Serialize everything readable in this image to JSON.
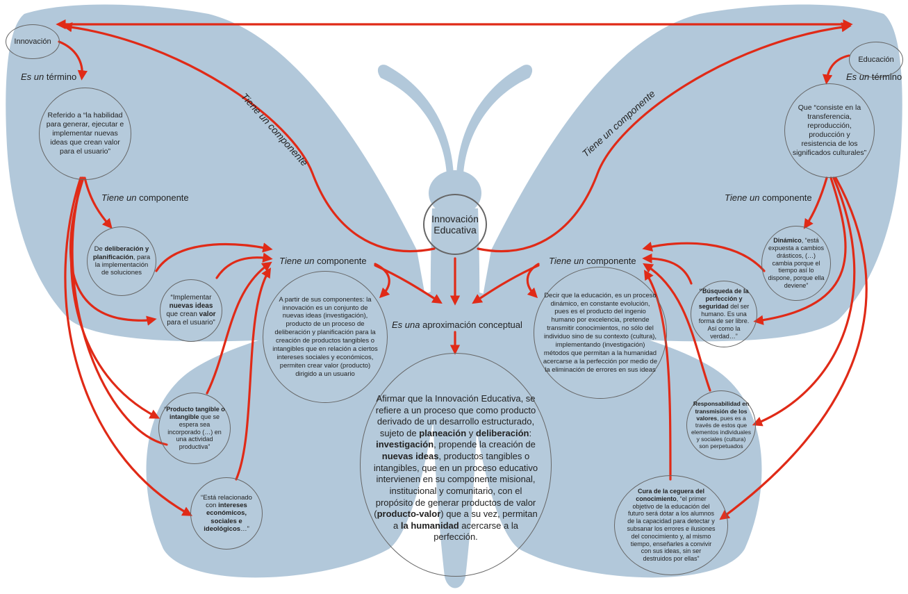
{
  "nodes": {
    "innovacion": "Innovación",
    "educacion": "Educación",
    "center_title_1": "Innovación",
    "center_title_2": "Educativa",
    "inn_def": "Referido a “la habilidad para generar, ejecutar e implementar nuevas ideas que crean valor para el usuario”",
    "edu_def": "Que “consiste en la transferencia, reproducción, producción y resistencia de los significados culturales”",
    "delib_a": "De ",
    "delib_b": "deliberación y planificación",
    "delib_c": ", para la implementación de soluciones",
    "impl_a": "“Implementar ",
    "impl_b": "nuevas ideas",
    "impl_c": " que crean ",
    "impl_d": "valor",
    "impl_e": " para el usuario”",
    "prod_a": "“",
    "prod_b": "Producto tangible o intangible",
    "prod_c": " que se espera sea incorporado (…) en una actividad productiva”",
    "rel_a": "“Está relacionado con ",
    "rel_b": "intereses económicos, sociales e ideológicos",
    "rel_c": "…”",
    "left_mid": "A partir de sus componentes: la innovación es un conjunto de nuevas ideas (investigación), producto de un proceso de deliberación y planificación para la creación de productos tangibles o intangibles que en relación a ciertos intereses sociales y económicos, permiten crear valor (producto) dirigido a un usuario",
    "right_mid": "Decir que la educación, es un proceso dinámico, en constante evolución, pues es el producto del ingenio humano por excelencia, pretende transmitir conocimientos, no sólo del individuo sino de su contexto (cultura), implementando (investigación) métodos que permitan a la humanidad acercarse a la perfección por medio de la eliminación de errores en sus ideas",
    "din_a": "Dinámico",
    "din_b": ", “está expuesta a cambios drásticos, (…) cambia porque el tiempo así lo dispone, porque ella deviene”",
    "bus_a": "“Búsqueda de la perfección y seguridad",
    "bus_b": " del ser humano. Es una forma de ser libre. Así como la verdad…”",
    "resp_a": "Responsabilidad en transmisión de los valores",
    "resp_b": ", pues es a través de estos que elementos individuales y sociales (cultura) son perpetuados",
    "cura_a": "Cura de la ceguera del conocimiento",
    "cura_b": ", “el primer objetivo de la educación del futuro será dotar a los alumnos de la capacidad para detectar y subsanar los errores e ilusiones del conocimiento y, al mismo tiempo, enseñarles a convivir con sus ideas, sin ser destruidos por ellas”",
    "c1": "Afirmar que la Innovación Educativa, se refiere a un proceso que como producto derivado de un desarrollo estructurado, sujeto de ",
    "c2": "planeación",
    "c3": " y ",
    "c4": "deliberación",
    "c5": ": ",
    "c6": "investigación",
    "c7": ", propende la creación de ",
    "c8": "nuevas ideas",
    "c9": ", productos tangibles o intangibles, que en un proceso educativo intervienen en su componente misional, institucional y comunitario, con el propósito de generar productos de valor (",
    "c10": "producto-valor",
    "c11": ") que a su vez, permitan a ",
    "c12": "la humanidad",
    "c13": " acercarse a la perfección."
  },
  "labels": {
    "es_un": "Es un",
    "termino": " término",
    "tiene_un": "Tiene un",
    "componente": " componente",
    "tiene_un_componente": "Tiene un componente",
    "es_una": "Es una",
    "aprox": " aproximación conceptual"
  },
  "colors": {
    "wing": "#b2c8da",
    "arrow": "#e02a17",
    "border": "#666666"
  }
}
